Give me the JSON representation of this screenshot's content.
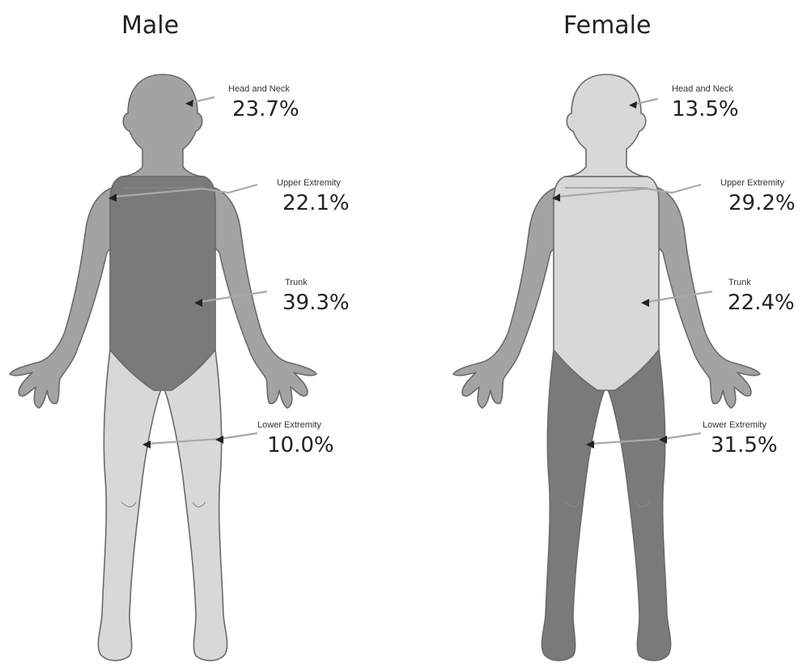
{
  "colors": {
    "light": "#d8d8d8",
    "medium": "#a3a3a3",
    "dark": "#7a7a7a",
    "outline": "#6a6a6a",
    "pointer": "#a9a9a9"
  },
  "panels": [
    {
      "id": "male",
      "title": "Male",
      "regions": [
        {
          "id": "head",
          "label": "Head and Neck",
          "value": "23.7%",
          "shade": "medium"
        },
        {
          "id": "upper",
          "label": "Upper Extremity",
          "value": "22.1%",
          "shade": "medium"
        },
        {
          "id": "trunk",
          "label": "Trunk",
          "value": "39.3%",
          "shade": "dark"
        },
        {
          "id": "lower",
          "label": "Lower Extremity",
          "value": "10.0%",
          "shade": "light"
        }
      ]
    },
    {
      "id": "female",
      "title": "Female",
      "regions": [
        {
          "id": "head",
          "label": "Head and Neck",
          "value": "13.5%",
          "shade": "light"
        },
        {
          "id": "upper",
          "label": "Upper Extremity",
          "value": "29.2%",
          "shade": "medium"
        },
        {
          "id": "trunk",
          "label": "Trunk",
          "value": "22.4%",
          "shade": "light"
        },
        {
          "id": "lower",
          "label": "Lower Extremity",
          "value": "31.5%",
          "shade": "dark"
        }
      ]
    }
  ]
}
